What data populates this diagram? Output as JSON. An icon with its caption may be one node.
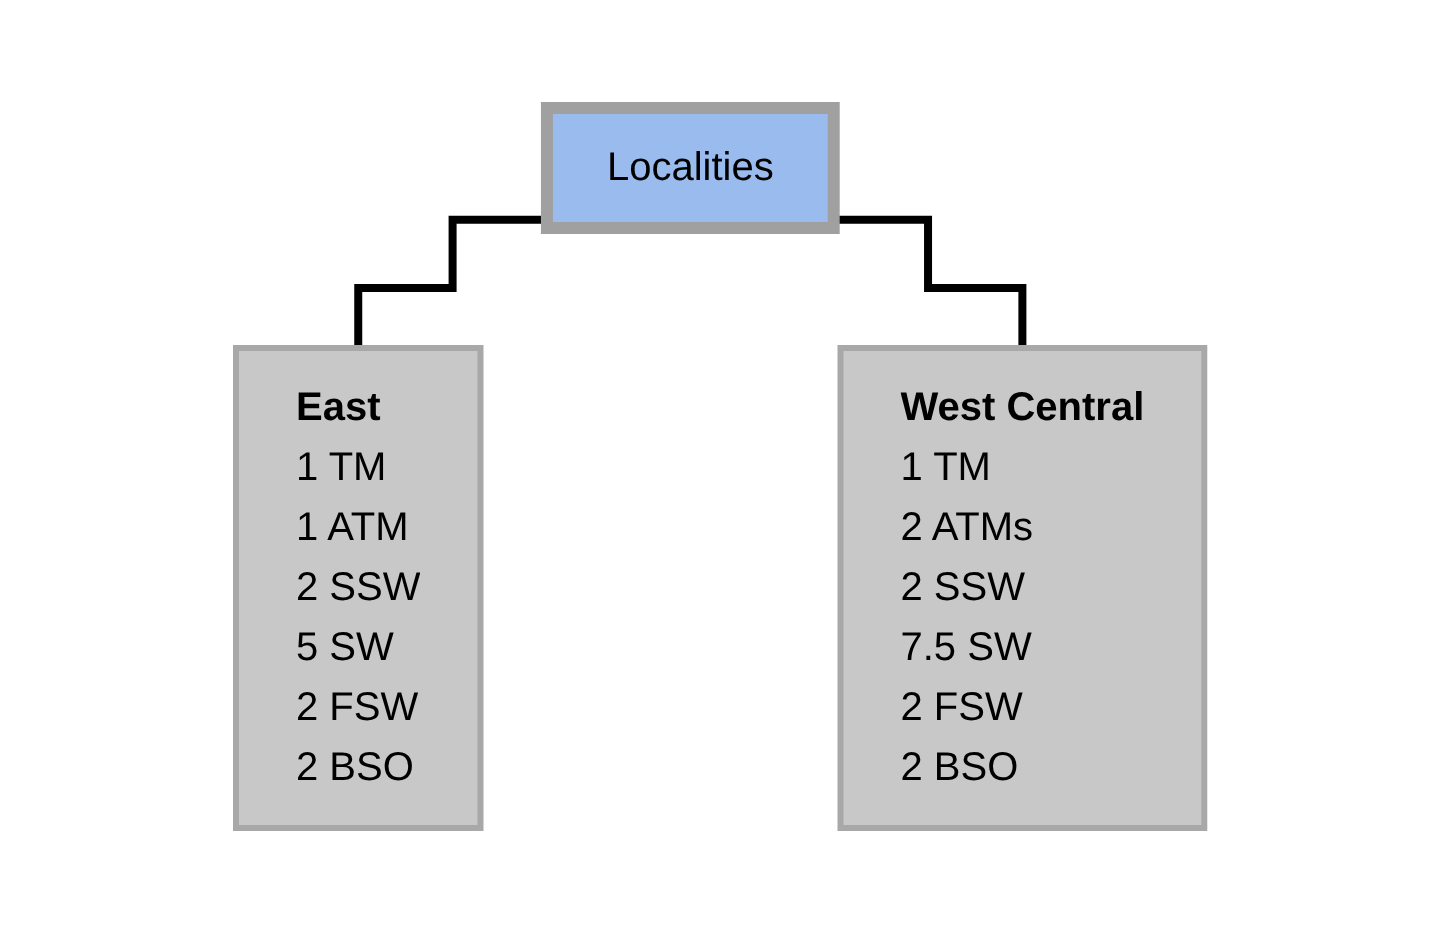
{
  "diagram": {
    "nodes": [
      {
        "text": [
          "Localities"
        ]
      },
      {
        "text": [
          "East",
          "1 TM",
          "1 ATM",
          "2 SSW",
          "5 SW",
          "2 FSW",
          "2 BSO"
        ]
      },
      {
        "text": [
          "West Central",
          "1 TM",
          "2 ATMs",
          "2 SSW",
          "7.5 SW",
          "2 FSW",
          "2 BSO"
        ]
      }
    ],
    "edges": [
      {
        "from": 0,
        "to": 1,
        "arrow": "none"
      },
      {
        "from": 0,
        "to": 2,
        "arrow": "none"
      }
    ]
  }
}
